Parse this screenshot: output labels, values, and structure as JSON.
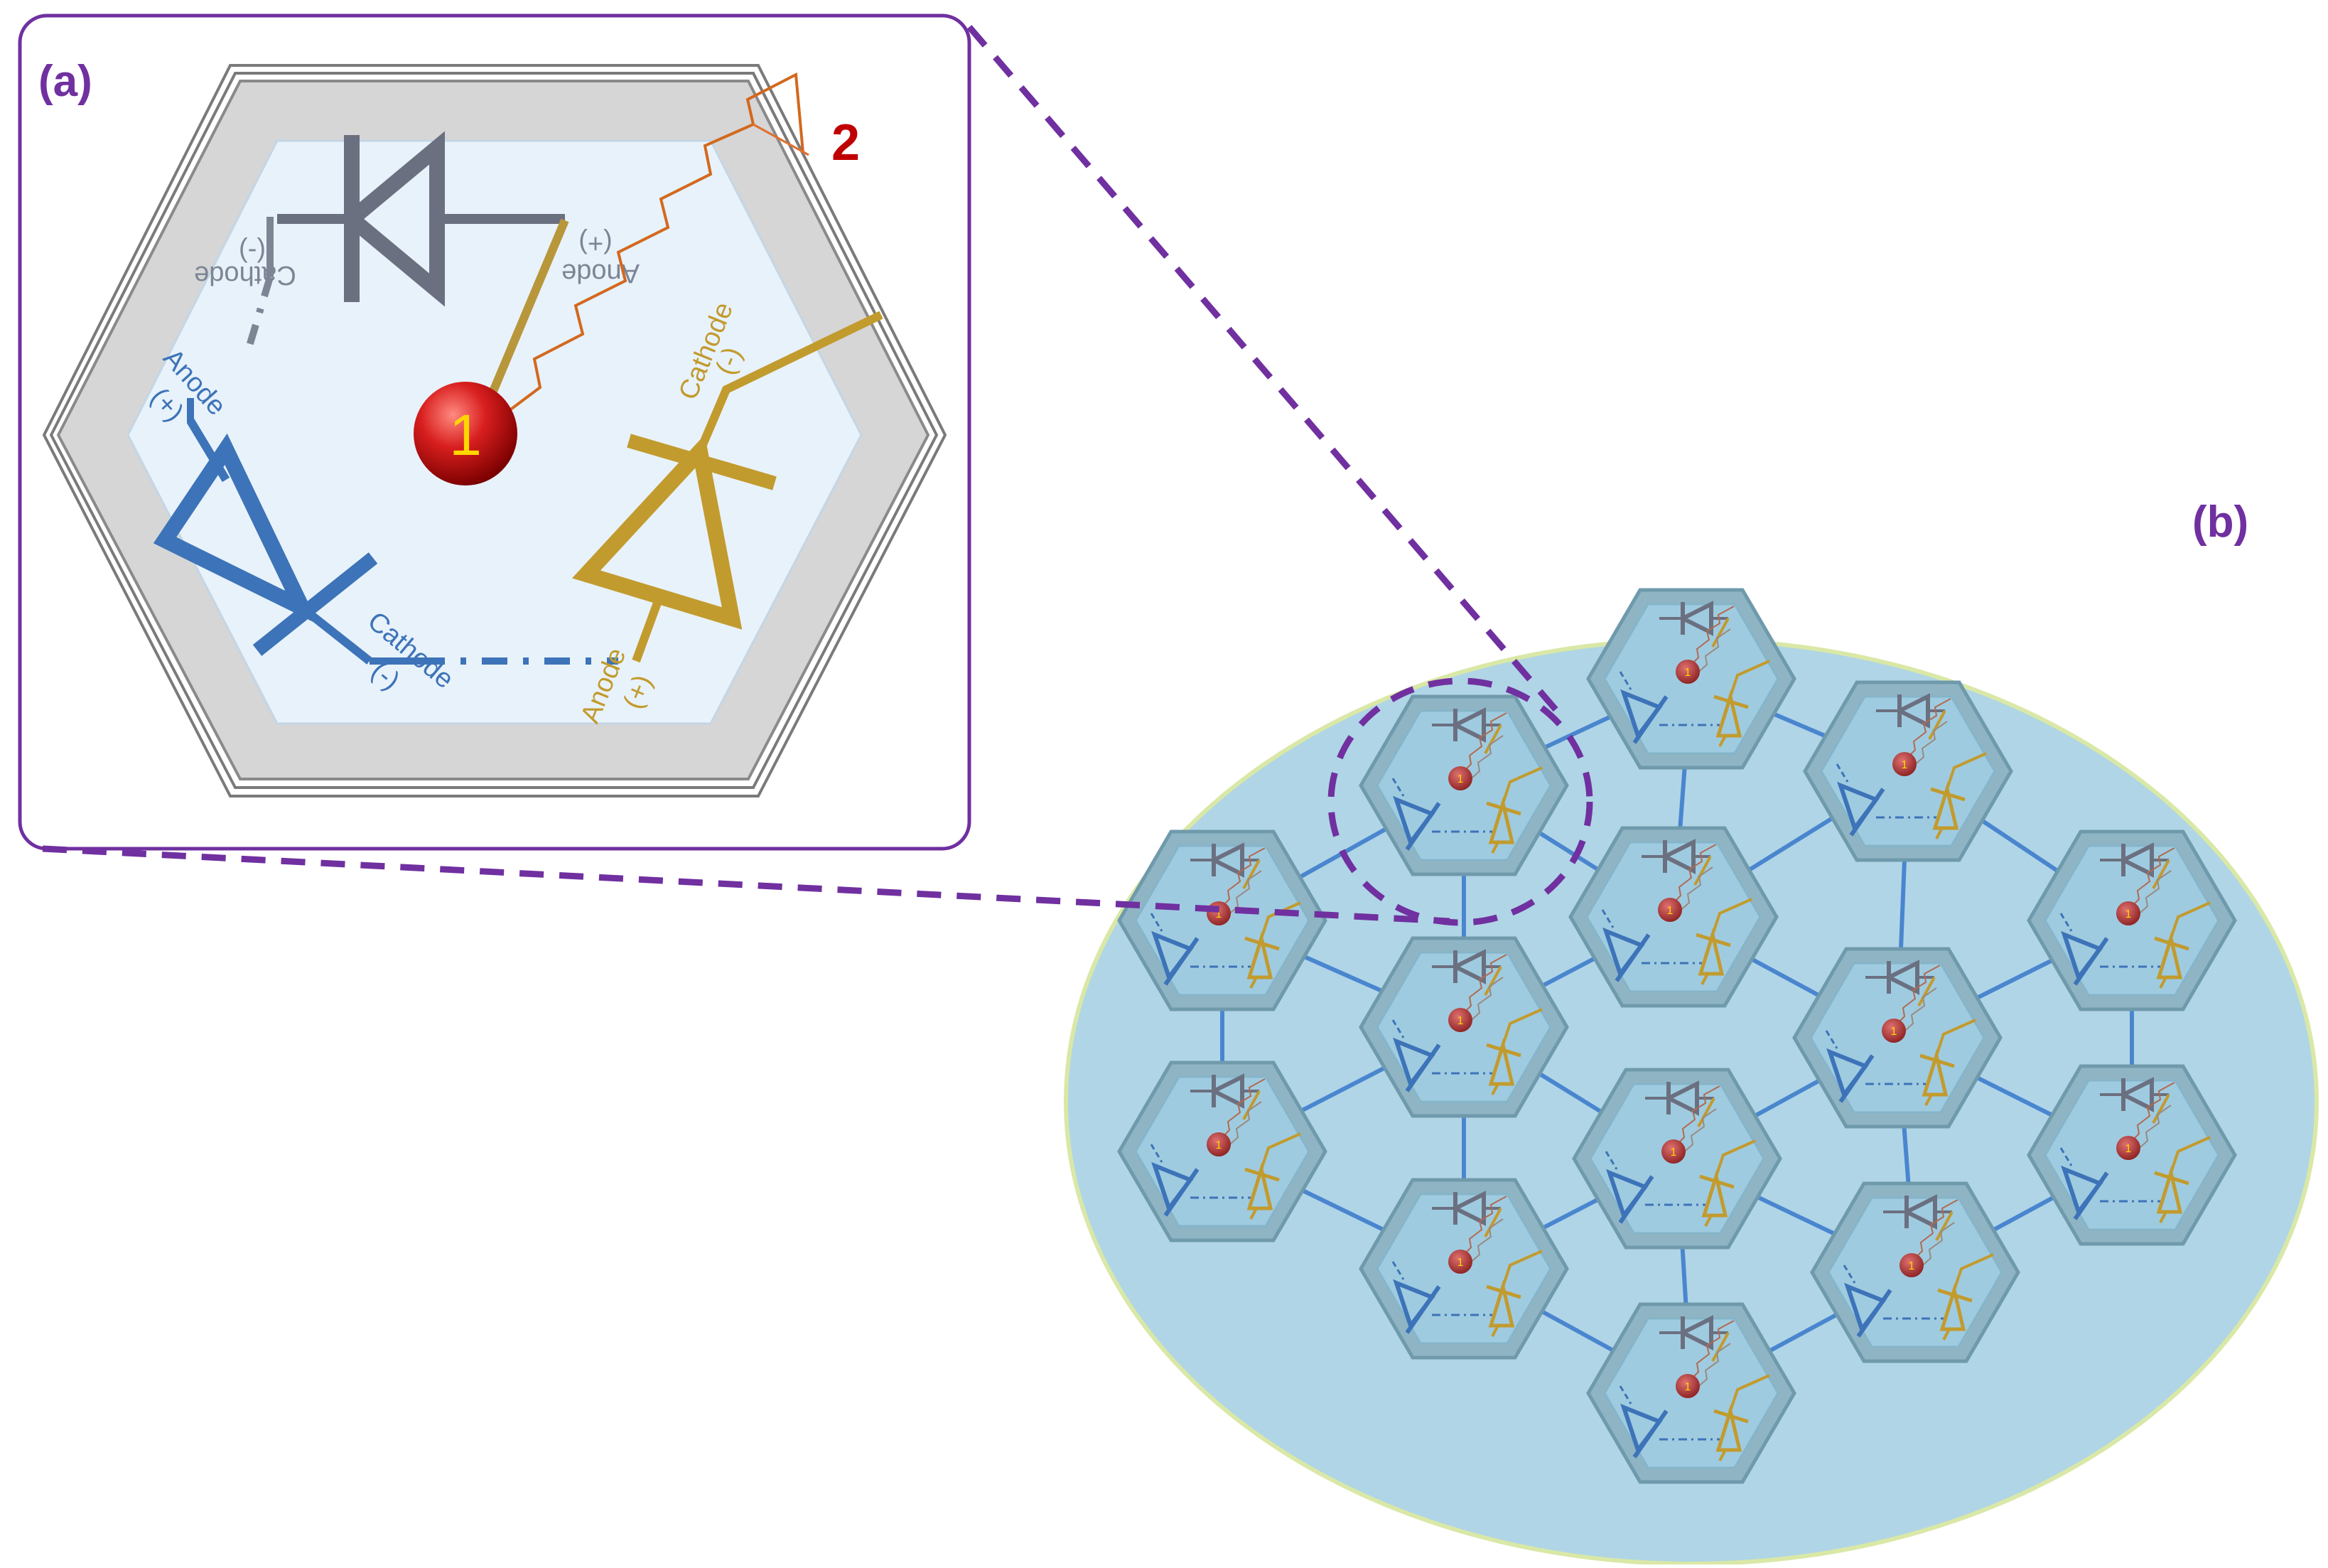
{
  "panel_a": {
    "label": "(a)",
    "marker_1": "1",
    "marker_2": "2",
    "gray_diode": {
      "cathode": "Cathode",
      "cathode_sign": "(-)",
      "anode": "Anode",
      "anode_sign": "(+)"
    },
    "blue_diode": {
      "anode": "Anode",
      "anode_sign": "(+)",
      "cathode": "Cathode",
      "cathode_sign": "(-)"
    },
    "gold_diode": {
      "cathode": "Cathode",
      "cathode_sign": "(-)",
      "anode": "Anode",
      "anode_sign": "(+)"
    }
  },
  "panel_b": {
    "label": "(b)",
    "cell_marker": "1"
  },
  "colors": {
    "accent_purple": "#7030a0",
    "gray_diode": "#6b7080",
    "blue_diode": "#3d73b8",
    "gold_diode": "#c29b2e",
    "marker_red": "#c00000",
    "marker_text": "#ffd700",
    "ellipse_fill": "#b0d5e6",
    "link_blue": "#4a86cf"
  }
}
